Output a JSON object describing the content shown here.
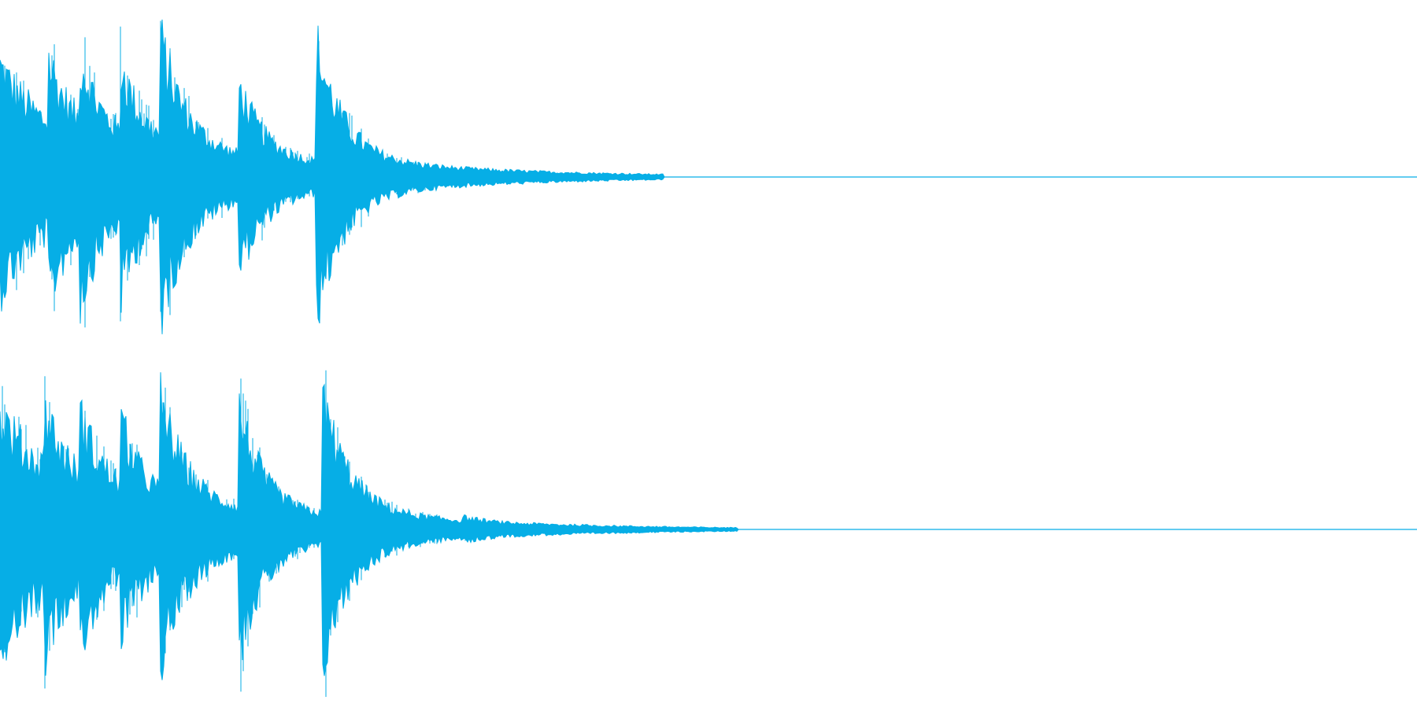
{
  "waveform": {
    "color": "#06AEE6",
    "background": "#FFFFFF",
    "channels": [
      {
        "id": "channel-1",
        "bursts": [
          {
            "t": 0.0,
            "peak": 0.8,
            "decay": 0.03,
            "tail": 0.4
          },
          {
            "t": 0.034,
            "peak": 0.86,
            "decay": 0.018,
            "tail": 0.35
          },
          {
            "t": 0.056,
            "peak": 0.9,
            "decay": 0.018,
            "tail": 0.3
          },
          {
            "t": 0.085,
            "peak": 0.85,
            "decay": 0.015,
            "tail": 0.3
          },
          {
            "t": 0.113,
            "peak": 1.0,
            "decay": 0.022,
            "tail": 0.2
          },
          {
            "t": 0.168,
            "peak": 0.68,
            "decay": 0.02,
            "tail": 0.15
          },
          {
            "t": 0.223,
            "peak": 0.97,
            "decay": 0.022,
            "tail": 0.14
          },
          {
            "t": 0.284,
            "peak": 0.09,
            "decay": 0.035,
            "tail": 0.05
          },
          {
            "t": 0.33,
            "peak": 0.03,
            "decay": 0.03,
            "tail": 0.03
          },
          {
            "t": 0.387,
            "peak": 0.02,
            "decay": 0.05,
            "tail": 0.02
          }
        ],
        "end": 0.468
      },
      {
        "id": "channel-2",
        "bursts": [
          {
            "t": 0.0,
            "peak": 0.85,
            "decay": 0.03,
            "tail": 0.45
          },
          {
            "t": 0.031,
            "peak": 0.9,
            "decay": 0.02,
            "tail": 0.35
          },
          {
            "t": 0.056,
            "peak": 0.85,
            "decay": 0.02,
            "tail": 0.3
          },
          {
            "t": 0.085,
            "peak": 0.8,
            "decay": 0.015,
            "tail": 0.3
          },
          {
            "t": 0.113,
            "peak": 0.95,
            "decay": 0.022,
            "tail": 0.2
          },
          {
            "t": 0.168,
            "peak": 0.9,
            "decay": 0.02,
            "tail": 0.15
          },
          {
            "t": 0.227,
            "peak": 0.98,
            "decay": 0.022,
            "tail": 0.14
          },
          {
            "t": 0.272,
            "peak": 0.07,
            "decay": 0.03,
            "tail": 0.05
          },
          {
            "t": 0.326,
            "peak": 0.09,
            "decay": 0.04,
            "tail": 0.04
          },
          {
            "t": 0.387,
            "peak": 0.02,
            "decay": 0.04,
            "tail": 0.02
          },
          {
            "t": 0.487,
            "peak": 0.01,
            "decay": 0.02,
            "tail": 0.01
          }
        ],
        "end": 0.52
      }
    ]
  }
}
